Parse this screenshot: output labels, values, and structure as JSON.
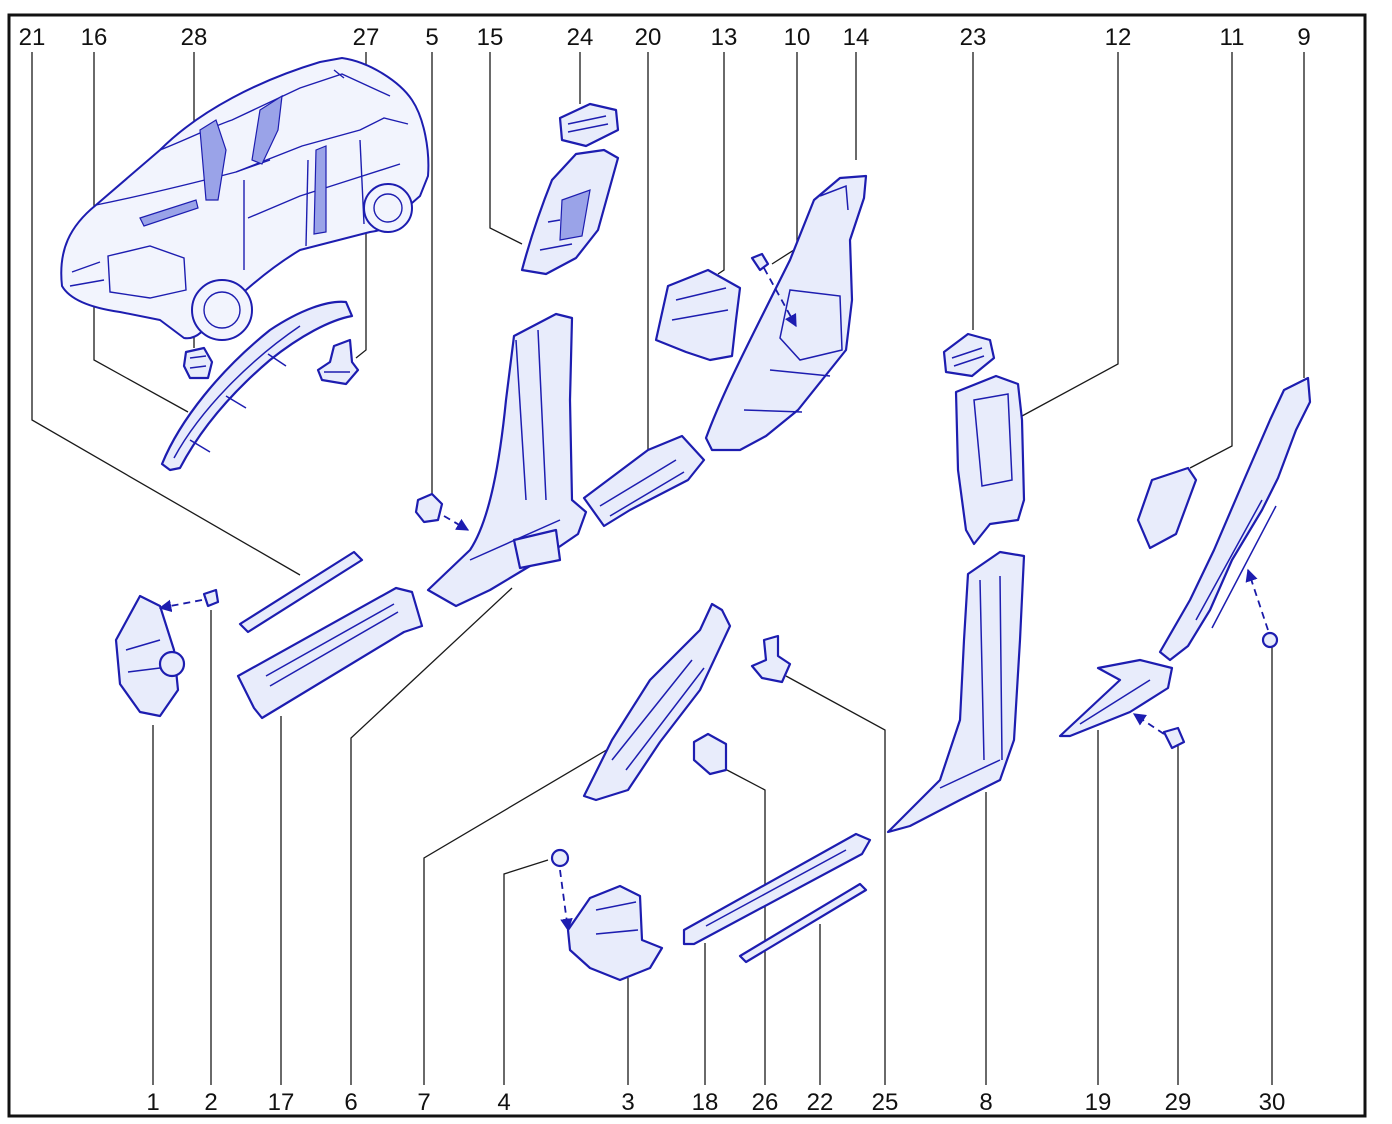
{
  "diagram": {
    "colors": {
      "parts": "#1d1db0",
      "fill": "#e8ecfb",
      "frame": "#111111"
    },
    "labels_top": [
      "21",
      "16",
      "28",
      "27",
      "5",
      "15",
      "24",
      "20",
      "13",
      "10",
      "14",
      "23",
      "12",
      "11",
      "9"
    ],
    "labels_bottom": [
      "1",
      "2",
      "17",
      "6",
      "7",
      "4",
      "3",
      "18",
      "26",
      "22",
      "25",
      "8",
      "19",
      "29",
      "30"
    ]
  }
}
